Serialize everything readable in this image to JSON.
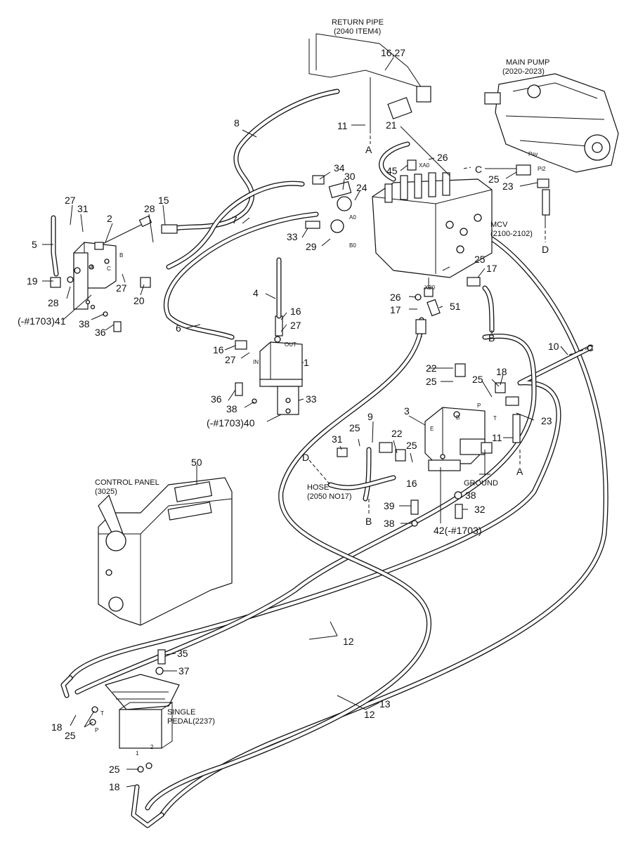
{
  "titles": {
    "return_pipe": "RETURN PIPE",
    "return_pipe_ref": "(2040 ITEM4)",
    "main_pump": "MAIN PUMP",
    "main_pump_ref": "(2020-2023)",
    "mcv": "MCV",
    "mcv_ref": "(2100-2102)",
    "control_panel": "CONTROL PANEL",
    "control_panel_ref": "(3025)",
    "hose": "HOSE",
    "hose_ref": "(2050 NO17)",
    "ground": "GROUND",
    "single_pedal": "SINGLE",
    "single_pedal_ref": "PEDAL(2237)"
  },
  "callouts": {
    "n16_27": "16,27",
    "n8": "8",
    "n11": "11",
    "n21": "21",
    "n26": "26",
    "n45": "45",
    "n25": "25",
    "n23": "23",
    "n34": "34",
    "n30": "30",
    "n24": "24",
    "n7": "7",
    "n33": "33",
    "n29": "29",
    "n27": "27",
    "n31": "31",
    "n2": "2",
    "n28": "28",
    "n15": "15",
    "n5": "5",
    "n19": "19",
    "n20": "20",
    "n41": "(-#1703)41",
    "n38": "38",
    "n36": "36",
    "n4": "4",
    "n16": "16",
    "n6": "6",
    "n1": "1",
    "n17": "17",
    "n51": "51",
    "n10": "10",
    "n22": "22",
    "n18": "18",
    "n3": "3",
    "n9": "9",
    "n40": "(-#1703)40",
    "n50": "50",
    "n39": "39",
    "n32": "32",
    "n42": "42(-#1703)",
    "n12": "12",
    "n13": "13",
    "n35": "35",
    "n37": "37"
  },
  "port_labels": {
    "a": "A",
    "b": "B",
    "c": "C",
    "d": "D",
    "xa0": "XA0",
    "xb0": "XB0",
    "psv": "Psv",
    "pi2": "Pi2",
    "a0": "A0",
    "b0": "B0",
    "in": "IN",
    "out": "OUT",
    "t": "T",
    "p": "P",
    "e": "E",
    "one": "1",
    "two": "2"
  }
}
